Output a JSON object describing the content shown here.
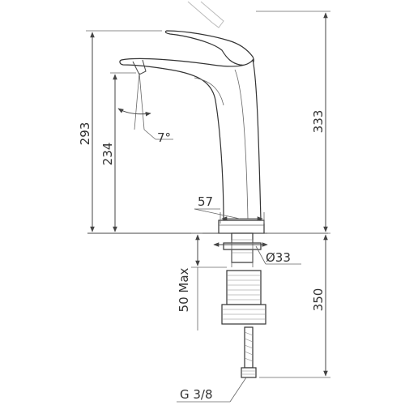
{
  "dimensions": {
    "height_overall": "333",
    "height_spout": "293",
    "height_outlet": "234",
    "angle": "7°",
    "base_width": "57",
    "hole_diameter": "Ø33",
    "deck_max": "50 Max",
    "hose_length": "350",
    "thread": "G 3/8"
  },
  "colors": {
    "line": "#444444",
    "background": "#ffffff"
  }
}
